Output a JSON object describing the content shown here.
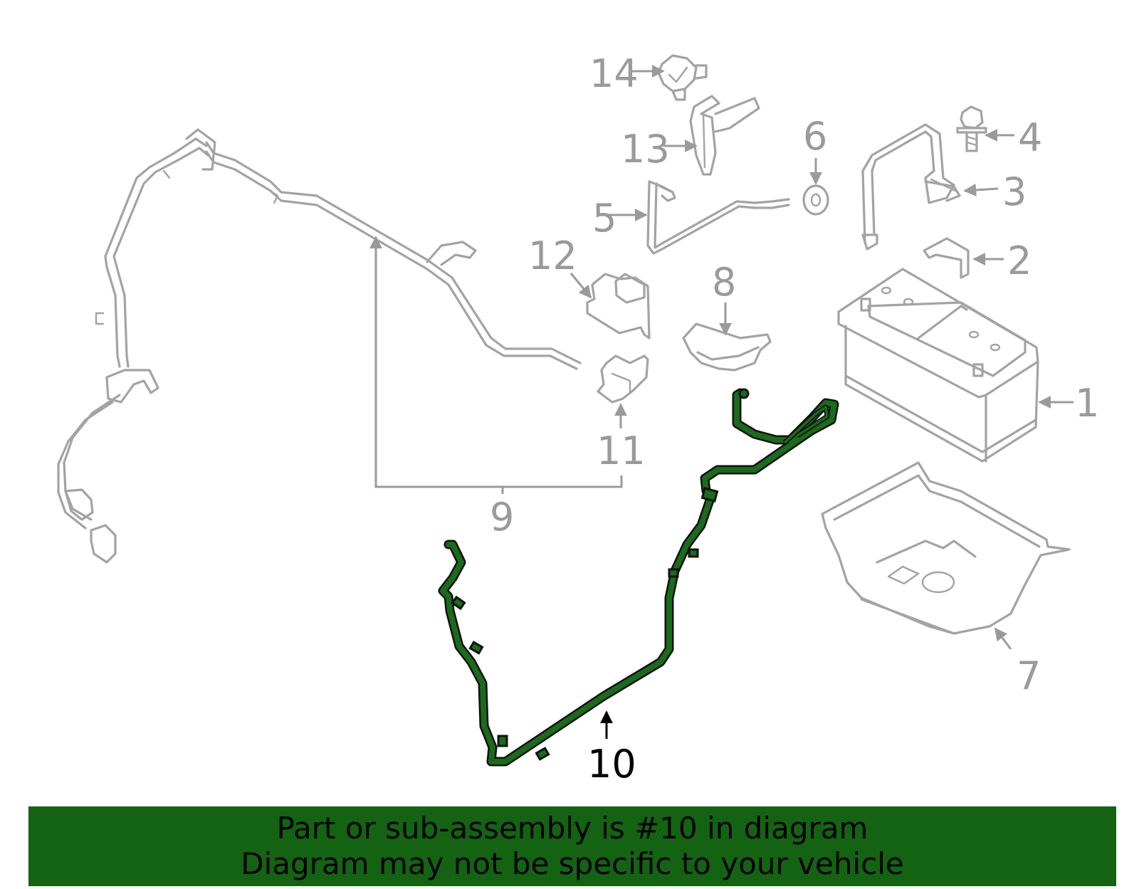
{
  "colors": {
    "banner_background": "#136313",
    "highlight_part": "#1a6b1a",
    "part_outline": "#a3a3a3",
    "label_text": "#9a9a9a",
    "active_label_text": "#000000"
  },
  "callouts": [
    "1",
    "2",
    "3",
    "4",
    "5",
    "6",
    "7",
    "8",
    "9",
    "10",
    "11",
    "12",
    "13",
    "14"
  ],
  "highlighted_part": "10",
  "banner": {
    "line1": "Part or sub-assembly is #10 in diagram",
    "line2": "Diagram may not be specific to your vehicle"
  }
}
